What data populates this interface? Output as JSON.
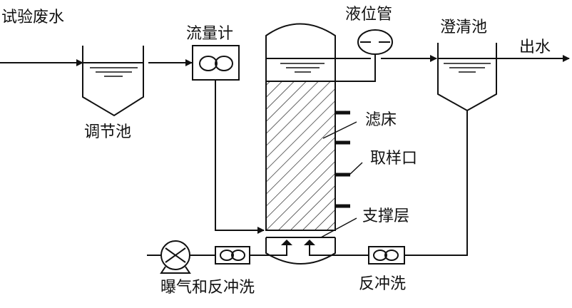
{
  "diagram": {
    "title": "",
    "labels": {
      "inflow": "试验废水",
      "equalization_tank": "调节池",
      "flowmeter": "流量计",
      "level_tube": "液位管",
      "clarifier": "澄清池",
      "outflow": "出水",
      "filter_bed": "滤床",
      "sampling_port": "取样口",
      "support_layer": "支撑层",
      "aeration_backwash": "曝气和反冲洗",
      "backwash": "反冲洗"
    },
    "sampling_port_count": 4,
    "colors": {
      "line": "#111111",
      "background": "#ffffff"
    }
  }
}
